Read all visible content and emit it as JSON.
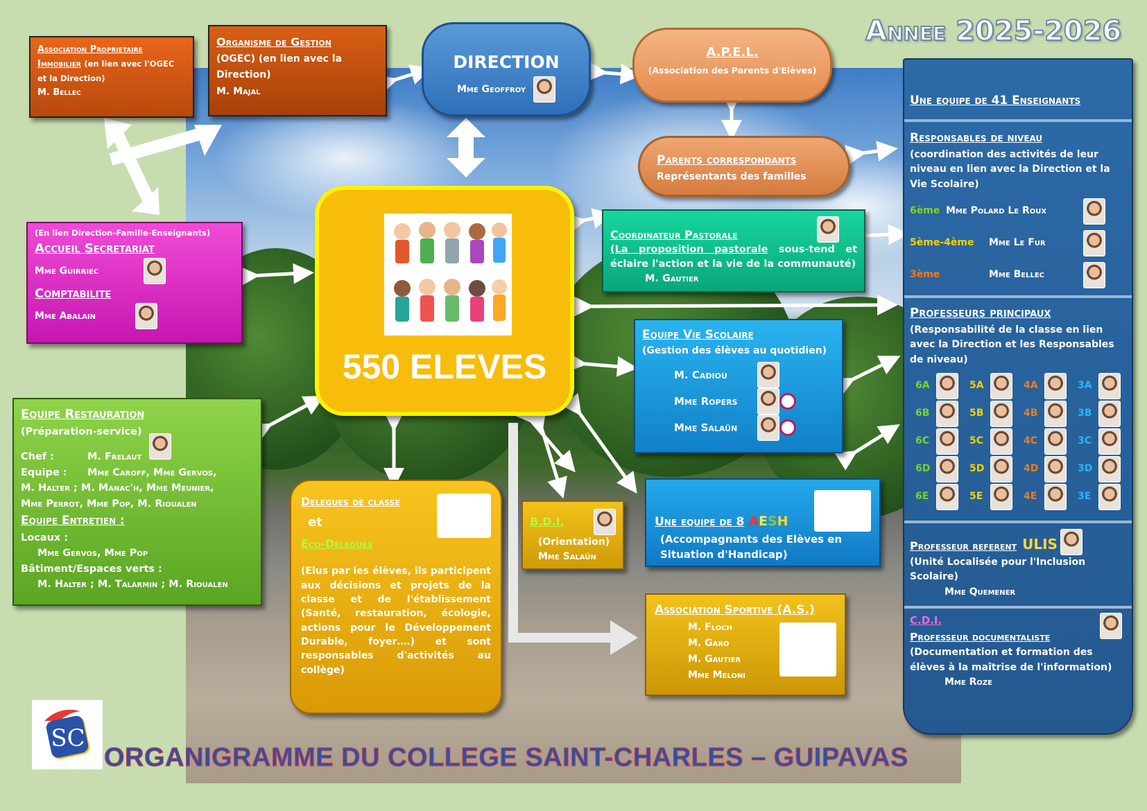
{
  "year_title": "Annee 2025-2026",
  "footer_title": "ORGANIGRAMME DU COLLEGE SAINT-CHARLES – GUIPAVAS",
  "logo_text": "SC",
  "direction": {
    "title": "DIRECTION",
    "person": "Mme Geoffroy"
  },
  "apel": {
    "title": "A.P.E.L.",
    "subtitle": "(Association des Parents d'Elèves)"
  },
  "parents": {
    "title": "Parents correspondants",
    "subtitle": "Représentants des familles"
  },
  "assoc_prop": {
    "title1": "Association Proprietaire",
    "title2": "Immobilier",
    "suffix": "(en lien avec l'OGEC et la Direction)",
    "person": "M. Bellec"
  },
  "ogec": {
    "title": "Organisme de Gestion",
    "line1": "(OGEC) (en lien avec la Direction)",
    "person": "M. Majal"
  },
  "center": {
    "label": "550 ELEVES"
  },
  "accueil": {
    "note": "(En lien Direction-Famille-Enseignants)",
    "title": "Accueil Secretariat",
    "person1": "Mme Guirriec",
    "title2": "Comptabilite",
    "person2": "Mme Abalain"
  },
  "pastorale": {
    "title": "Coordinateur Pastorale",
    "text_u": "(La proposition pastorale",
    "text": " sous-tend et éclaire l'action et la vie de la communauté)",
    "person": "M. Gautier"
  },
  "vie_scolaire": {
    "title": "Equipe Vie Scolaire",
    "subtitle": "(Gestion des élèves au quotidien)",
    "p1": "M. Cadiou",
    "p2": "Mme Ropers",
    "p3": "Mme Salaün"
  },
  "restauration": {
    "title": "Equipe Restauration",
    "subtitle": "(Préparation-service)",
    "chef_label": "Chef :",
    "chef": "M. Frelaut",
    "equipe_label": "Equipe :",
    "equipe1": "Mme Caroff, Mme Gervos,",
    "equipe2": "M. Halter ; M. Manac'h, Mme Meunier,",
    "equipe3": "Mme Perrot, Mme Pop, M. Rioualen",
    "entretien_title": "Equipe Entretien :",
    "locaux_label": "Locaux :",
    "locaux": "Mme Gervos, Mme Pop",
    "batiment_label": "Bâtiment/Espaces verts :",
    "batiment": "M. Halter ; M. Talarmin ; M. Rioualen"
  },
  "delegues": {
    "title": "Delegues de classe",
    "et": "et",
    "eco": "Eco-Delegues",
    "text": "(Elus par les élèves, ils participent aux décisions et projets de la classe et de l'établissement (Santé, restauration, écologie, actions pour le Développement Durable, foyer….) et sont responsables d'activités au collège)"
  },
  "bdi": {
    "title": "B.D.I.",
    "subtitle": "(Orientation)",
    "person": "Mme Salaün"
  },
  "aesh": {
    "title": "Une equipe de 8",
    "acronym": "AESH",
    "desc": "(Accompagnants des Elèves en Situation d'Handicap)"
  },
  "sport": {
    "title": "Association Sportive (A.S.)",
    "p1": "M. Floch",
    "p2": "M. Garo",
    "p3": "M. Gautier",
    "p4": "Mme Meloni"
  },
  "right": {
    "enseignants": "Une equipe de 41 Enseignants",
    "resp_title": "Responsables de niveau",
    "resp_desc": "(coordination des activités de leur niveau en lien avec la Direction et la Vie Scolaire)",
    "levels": [
      {
        "level": "6ème",
        "person": "Mme Polard Le Roux"
      },
      {
        "level": "5ème-4ème",
        "person": "Mme Le Fur"
      },
      {
        "level": "3ème",
        "person": "Mme Bellec"
      }
    ],
    "pp_title": "Professeurs principaux",
    "pp_desc": "(Responsabilité de la classe en lien avec la Direction et les Responsables de niveau)",
    "classes": [
      [
        "6A",
        "5A",
        "4A",
        "3A"
      ],
      [
        "6B",
        "5B",
        "4B",
        "3B"
      ],
      [
        "6C",
        "5C",
        "4C",
        "3C"
      ],
      [
        "6D",
        "5D",
        "4D",
        "3D"
      ],
      [
        "6E",
        "5E",
        "4E",
        "3E"
      ]
    ],
    "ulis_title": "Professeur referent",
    "ulis_word": "ULIS",
    "ulis_desc": "(Unité Localisée pour l'Inclusion Scolaire)",
    "ulis_person": "Mme Quemener",
    "cdi_title": "C.D.I.",
    "doc_title": "Professeur documentaliste",
    "doc_desc": "(Documentation et formation des élèves à la maîtrise de l'information)",
    "doc_person": "Mme Roze"
  },
  "colors": {
    "level6": "#7ed321",
    "level5": "#f5d000",
    "level4": "#f07b1f",
    "level3": "#29b6f6",
    "accent_red": "#e53935"
  }
}
